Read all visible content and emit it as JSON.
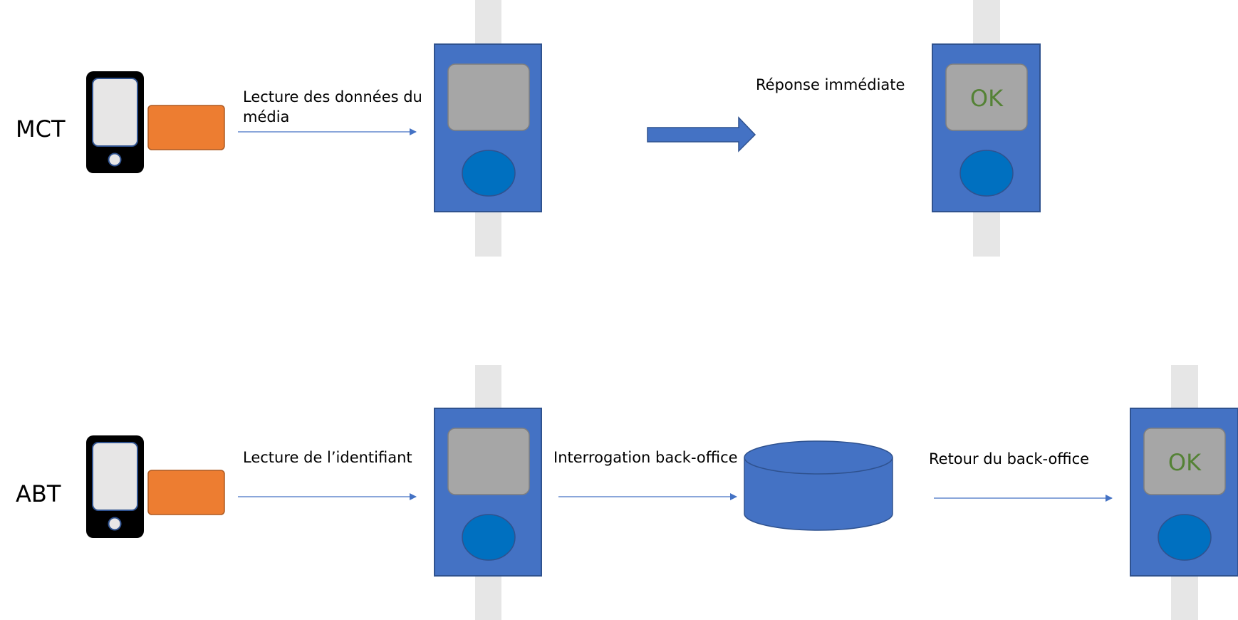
{
  "colors": {
    "validator_body": "#4472c4",
    "validator_border": "#2f528f",
    "screen": "#a6a6a6",
    "screen_border": "#7f7f7f",
    "button": "#0070c0",
    "button_border": "#2f528f",
    "post": "#e6e6e6",
    "card": "#ed7d31",
    "card_border": "#ae5a21",
    "phone_body": "#000000",
    "phone_screen": "#e7e6e6",
    "phone_accent": "#2f528f",
    "ok": "#548235",
    "arrow": "#4472c4",
    "database": "#4472c4"
  },
  "rows": {
    "mct": {
      "label": "MCT",
      "step1": {
        "line1": "Lecture des données du",
        "line2": "média"
      },
      "step2": "Réponse immédiate",
      "result": "OK"
    },
    "abt": {
      "label": "ABT",
      "step1": "Lecture de l’identifiant",
      "step2": "Interrogation back-office",
      "step3": "Retour du back-office",
      "result": "OK"
    }
  }
}
